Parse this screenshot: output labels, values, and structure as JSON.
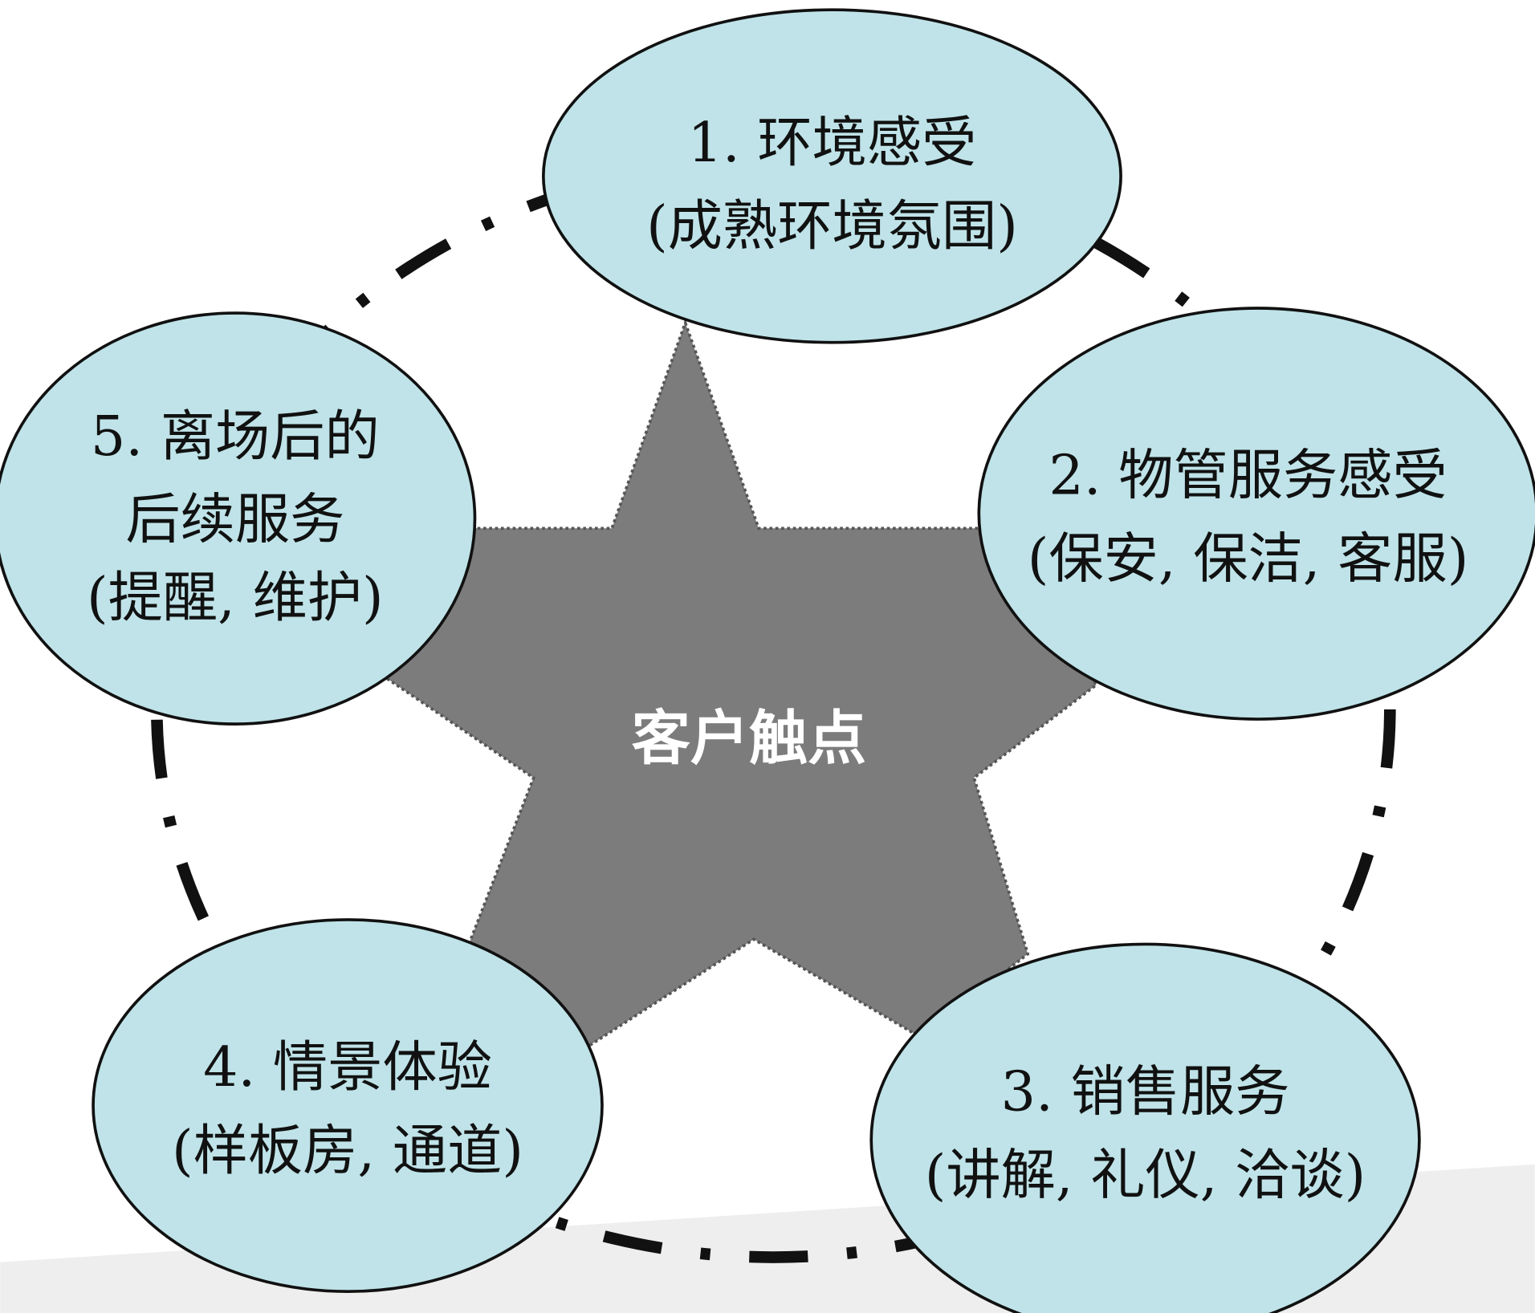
{
  "center_label": "客户触点",
  "colors": {
    "ellipse_fill": "#bfe3e8",
    "star_fill": "#7c7c7c",
    "outline": "#111111",
    "floor": "#eeeeee"
  },
  "nodes": [
    {
      "line1": "1. 环境感受",
      "line2": "(成熟环境氛围)"
    },
    {
      "line1": "2. 物管服务感受",
      "line2": "(保安, 保洁, 客服)"
    },
    {
      "line1": "3. 销售服务",
      "line2": "(讲解, 礼仪, 洽谈)"
    },
    {
      "line1": "4. 情景体验",
      "line2": "(样板房, 通道)"
    },
    {
      "line1": "5. 离场后的",
      "line2": "后续服务",
      "line3": "(提醒, 维护)"
    }
  ]
}
